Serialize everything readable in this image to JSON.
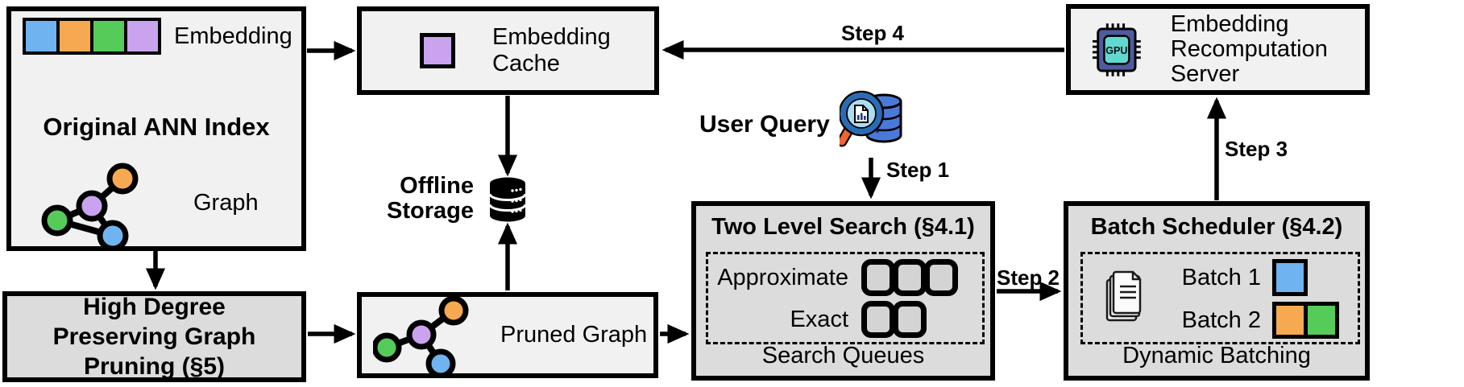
{
  "figure": {
    "boxes": {
      "original_ann_index": {
        "title": "Original ANN Index",
        "embedding_label": "Embedding",
        "graph_label": "Graph"
      },
      "embedding_cache": {
        "label": "Embedding Cache"
      },
      "offline_storage": {
        "label": "Offline Storage"
      },
      "user_query": {
        "label": "User Query"
      },
      "two_level_search": {
        "title": "Two Level Search (§4.1)",
        "rows": [
          {
            "label": "Approximate",
            "queue_slots": 3
          },
          {
            "label": "Exact",
            "queue_slots": 2
          }
        ],
        "footer": "Search Queues"
      },
      "batch_scheduler": {
        "title": "Batch Scheduler (§4.2)",
        "batches": [
          {
            "label": "Batch 1",
            "colors": [
              "blue"
            ]
          },
          {
            "label": "Batch 2",
            "colors": [
              "orange",
              "green"
            ]
          }
        ],
        "footer": "Dynamic Batching"
      },
      "recomputation_server": {
        "label": "Embedding Recomputation Server",
        "chip_text": "GPU"
      },
      "high_degree_pruning": {
        "title": "High Degree Preserving Graph Pruning (§5)"
      },
      "pruned_graph": {
        "label": "Pruned Graph"
      }
    },
    "steps": {
      "step1": "Step 1",
      "step2": "Step 2",
      "step3": "Step 3",
      "step4": "Step 4"
    },
    "colors": {
      "blue": "#6FB3F1",
      "orange": "#F6A950",
      "green": "#55CB5A",
      "purple": "#C9A3EE",
      "gpu_body": "#4E5B9E",
      "gpu_screen": "#62D8D0",
      "query_db": "#4A7AD9",
      "query_lens": "#ABDCF2",
      "query_ring": "#2A6CB4",
      "query_handle": "#F2652F"
    }
  }
}
